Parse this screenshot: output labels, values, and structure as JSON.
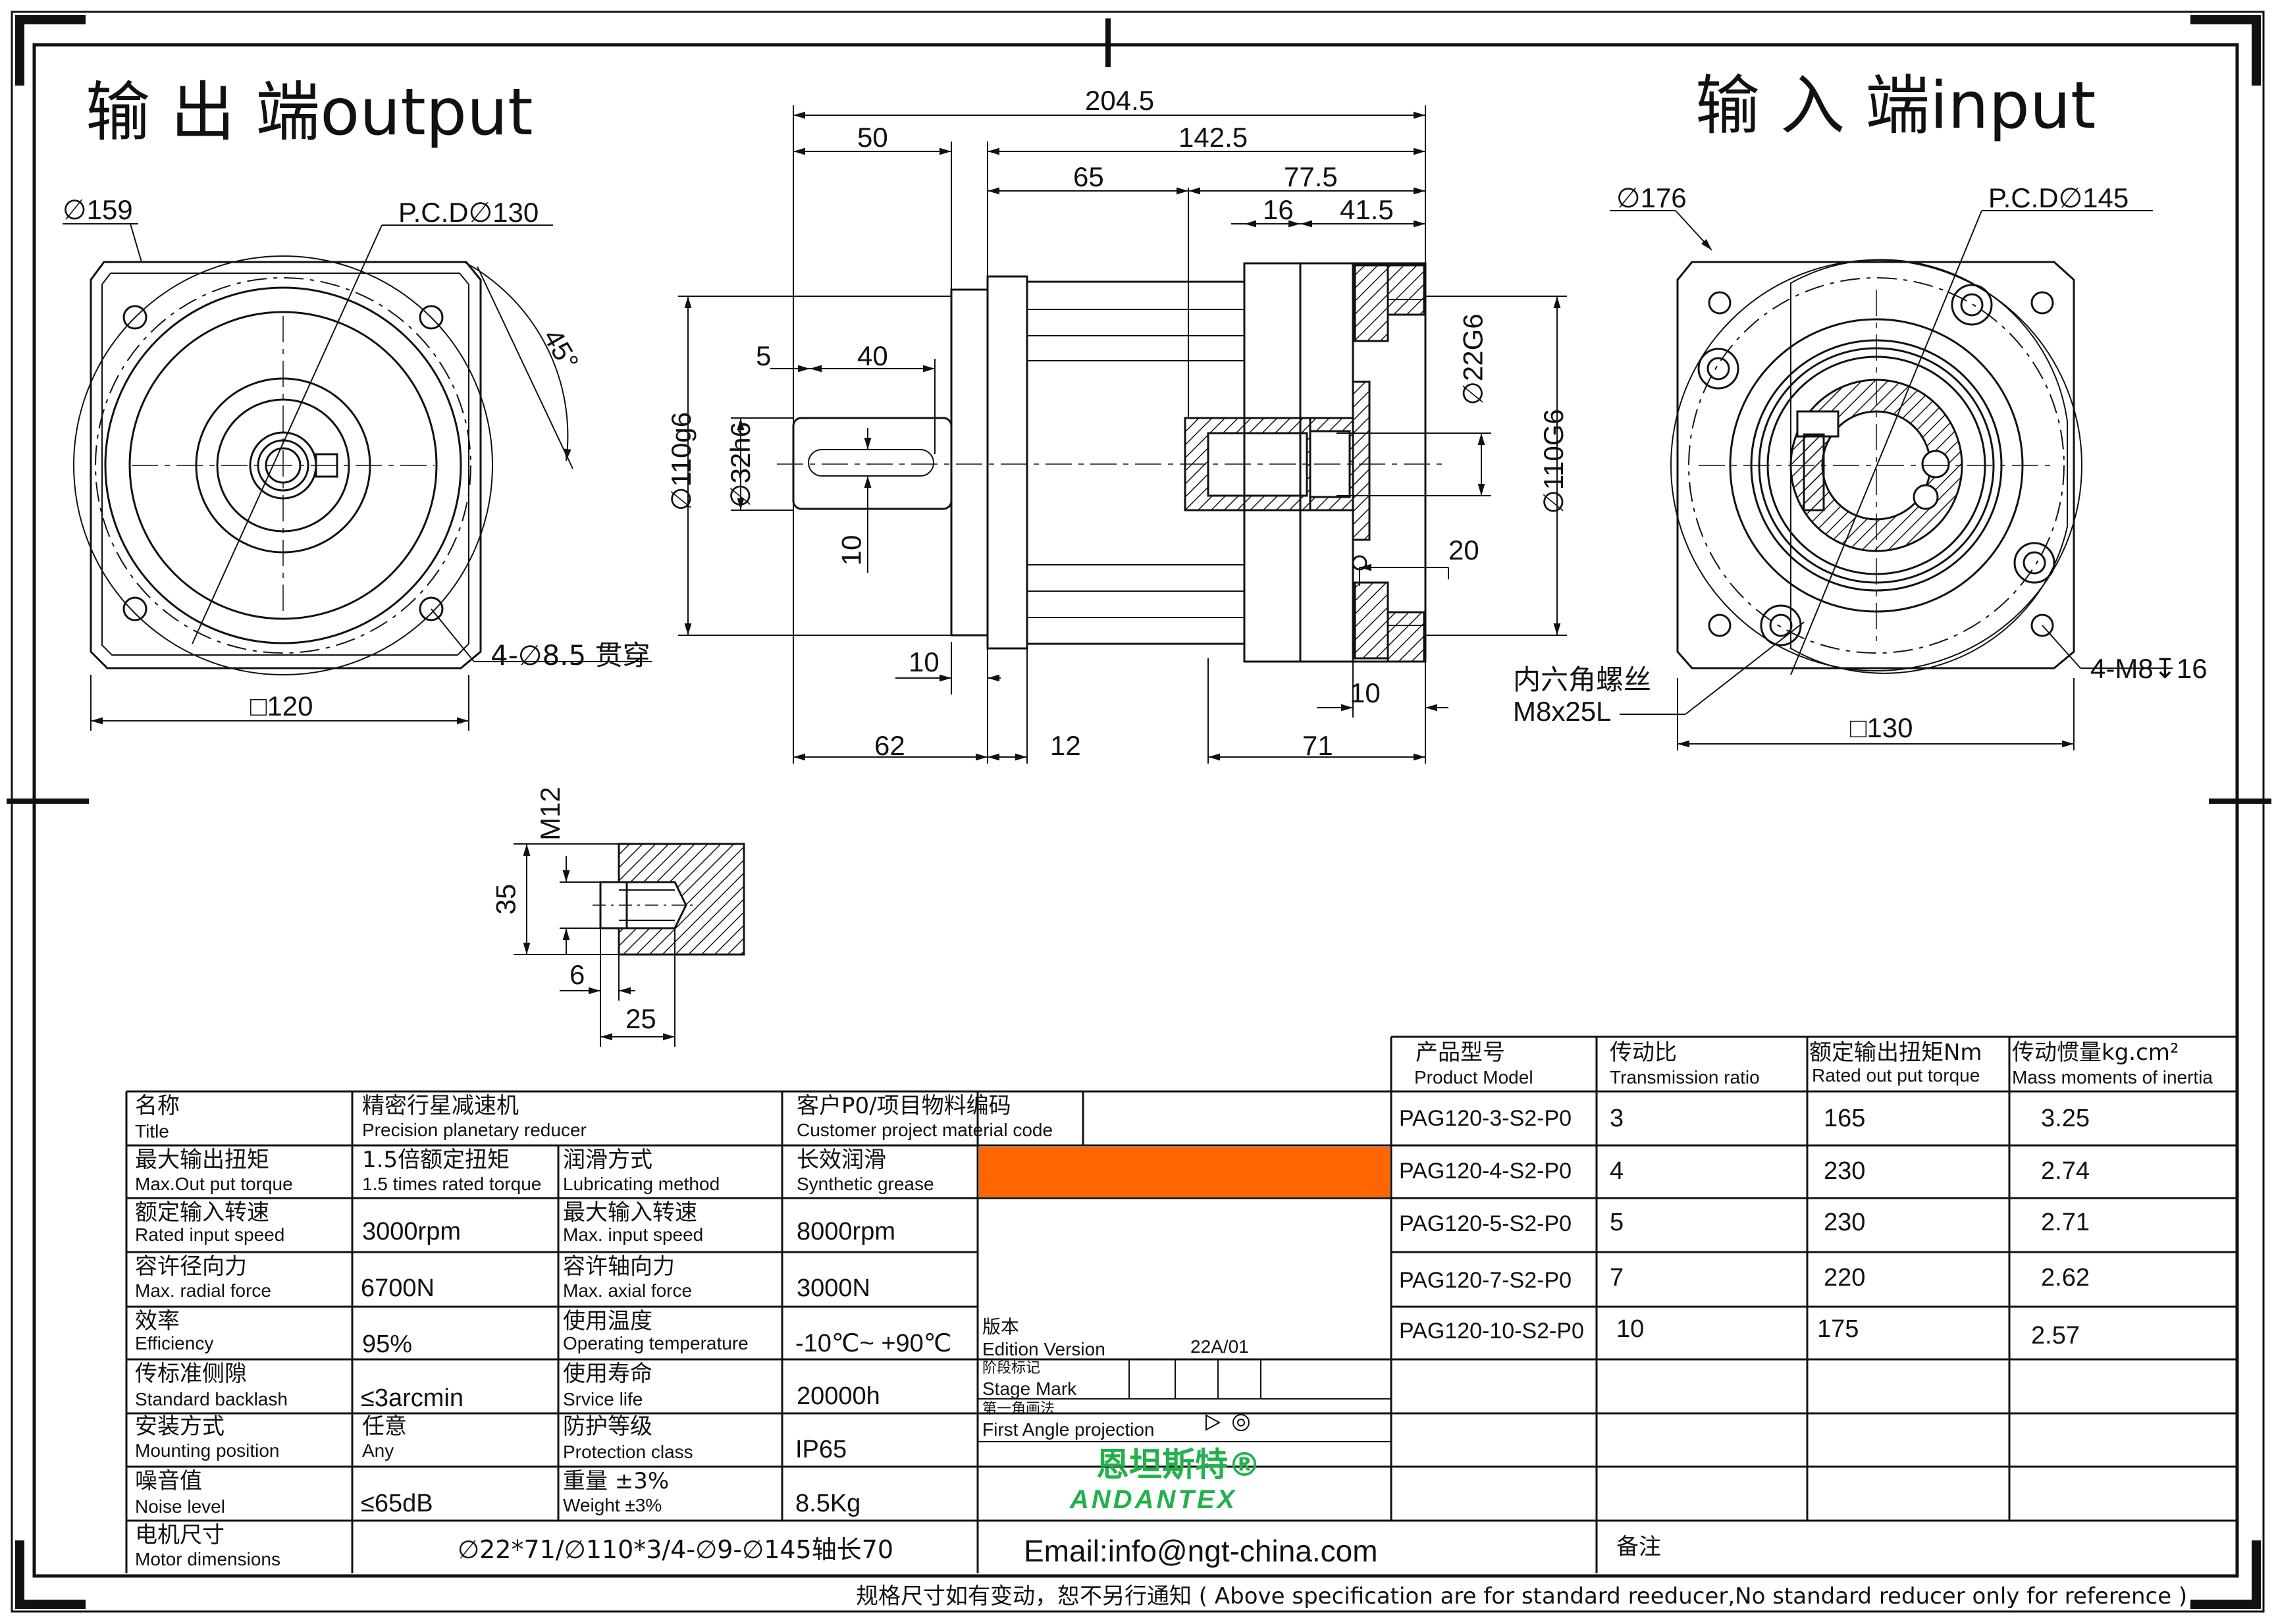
{
  "views": {
    "output_title": "输 出 端output",
    "input_title": "输 入 端input"
  },
  "dimensions": {
    "output": {
      "d159": "∅159",
      "pcd130": "P.C.D∅130",
      "angle45": "45°",
      "holes": "4-∅8.5 贯穿",
      "square120": "□120"
    },
    "side": {
      "total": "204.5",
      "d50": "50",
      "d142_5": "142.5",
      "d65": "65",
      "d77_5": "77.5",
      "d16": "16",
      "d41_5": "41.5",
      "d5": "5",
      "d40": "40",
      "d110g6_left": "∅110g6",
      "d32h6": "∅32h6",
      "d10_key": "10",
      "d22g6": "∅22G6",
      "d110g6_right": "∅110G6",
      "d20": "20",
      "d10_left": "10",
      "d10_right": "10",
      "d62": "62",
      "d12": "12",
      "d71": "71"
    },
    "input": {
      "d176": "∅176",
      "pcd145": "P.C.D∅145",
      "screw_cn": "内六角螺丝",
      "screw_spec": "M8x25L",
      "holes": "4-M8↧16",
      "square130": "□130"
    },
    "detail": {
      "m12": "M12",
      "d35": "35",
      "d6": "6",
      "d25": "25"
    }
  },
  "spec_table": {
    "rows": [
      {
        "c1_cn": "名称",
        "c1_en": "Title",
        "c2_cn": "精密行星减速机",
        "c2_en": "Precision planetary reducer",
        "c3_cn": "客户P0/项目物料编码",
        "c3_en": "Customer project material code",
        "c4": ""
      },
      {
        "c1_cn": "最大输出扭矩",
        "c1_en": "Max.Out put torque",
        "c2_cn": "1.5倍额定扭矩",
        "c2_en": "1.5 times rated torque",
        "c3_cn": "润滑方式",
        "c3_en": "Lubricating method",
        "c4_cn": "长效润滑",
        "c4_en": "Synthetic grease"
      },
      {
        "c1_cn": "额定输入转速",
        "c1_en": "Rated input speed",
        "c2": "3000rpm",
        "c3_cn": "最大输入转速",
        "c3_en": "Max. input speed",
        "c4": "8000rpm"
      },
      {
        "c1_cn": "容许径向力",
        "c1_en": "Max. radial force",
        "c2": "6700N",
        "c3_cn": "容许轴向力",
        "c3_en": "Max. axial force",
        "c4": "3000N"
      },
      {
        "c1_cn": "效率",
        "c1_en": "Efficiency",
        "c2": "95%",
        "c3_cn": "使用温度",
        "c3_en": "Operating temperature",
        "c4": "-10℃~ +90℃"
      },
      {
        "c1_cn": "传标准侧隙",
        "c1_en": "Standard backlash",
        "c2": "≤3arcmin",
        "c3_cn": "使用寿命",
        "c3_en": "Srvice life",
        "c4": "20000h"
      },
      {
        "c1_cn": "安装方式",
        "c1_en": "Mounting position",
        "c2_cn": "任意",
        "c2_en": "Any",
        "c3_cn": "防护等级",
        "c3_en": "Protection class",
        "c4": "IP65"
      },
      {
        "c1_cn": "噪音值",
        "c1_en": "Noise level",
        "c2": "≤65dB",
        "c3_cn": "重量 ±3%",
        "c3_en": "Weight ±3%",
        "c4": "8.5Kg"
      }
    ],
    "motor": {
      "label_cn": "电机尺寸",
      "label_en": "Motor dimensions",
      "value": "∅22*71/∅110*3/4-∅9-∅145轴长70"
    }
  },
  "meta": {
    "edition_cn": "版本",
    "edition_en": "Edition Version",
    "edition_value": "22A/01",
    "stage_cn": "阶段标记",
    "stage_en": "Stage Mark",
    "projection_cn": "第一角画法",
    "projection_en": "First Angle projection",
    "brand_cn": "恩坦斯特®",
    "brand_en": "ANDANTEX",
    "email": "Email:info@ngt-china.com",
    "remark": "备注",
    "highlight_color": "#ff6600",
    "brand_color": "#22b14c"
  },
  "model_table": {
    "headers": [
      {
        "cn": "产品型号",
        "en": "Product Model"
      },
      {
        "cn": "传动比",
        "en": "Transmission ratio"
      },
      {
        "cn": "额定输出扭矩Nm",
        "en": "Rated out put torque"
      },
      {
        "cn": "传动惯量kg.cm²",
        "en": "Mass moments of inertia"
      }
    ],
    "rows": [
      {
        "model": "PAG120-3-S2-P0",
        "ratio": "3",
        "torque": "165",
        "inertia": "3.25"
      },
      {
        "model": "PAG120-4-S2-P0",
        "ratio": "4",
        "torque": "230",
        "inertia": "2.74"
      },
      {
        "model": "PAG120-5-S2-P0",
        "ratio": "5",
        "torque": "230",
        "inertia": "2.71"
      },
      {
        "model": "PAG120-7-S2-P0",
        "ratio": "7",
        "torque": "220",
        "inertia": "2.62"
      },
      {
        "model": "PAG120-10-S2-P0",
        "ratio": "10",
        "torque": "175",
        "inertia": "2.57"
      }
    ]
  },
  "footer": "规格尺寸如有变动，恕不另行通知 ( Above specification are for standard reeducer,No standard reducer only for reference )"
}
